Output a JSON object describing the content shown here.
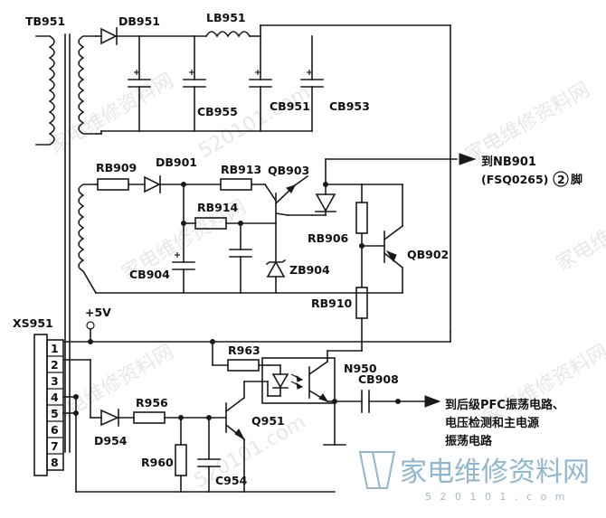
{
  "labels": {
    "tb951": "TB951",
    "db951": "DB951",
    "lb951": "LB951",
    "cb955": "CB955",
    "cb951": "CB951",
    "cb953": "CB953",
    "rb909": "RB909",
    "db901": "DB901",
    "rb913": "RB913",
    "qb903": "QB903",
    "rb914": "RB914",
    "cb904": "CB904",
    "zb904": "ZB904",
    "rb906": "RB906",
    "qb902": "QB902",
    "rb910": "RB910",
    "plus5v": "+5V",
    "xs951": "XS951",
    "r963": "R963",
    "n950": "N950",
    "d954": "D954",
    "r956": "R956",
    "q951": "Q951",
    "r960": "R960",
    "c954": "C954",
    "cb908": "CB908"
  },
  "pins": [
    "1",
    "2",
    "3",
    "4",
    "5",
    "6",
    "7",
    "8"
  ],
  "arrow_nb901": {
    "line1": "到NB901",
    "line2_pre": "(FSQ0265)",
    "circled": "2",
    "line2_post": "脚"
  },
  "arrow_pfc": {
    "line1": "到后级PFC振荡电路、",
    "line2": "电压检测和主电源",
    "line3": "振荡电路"
  },
  "watermark": {
    "text": "家电维修资料网",
    "url": "520101.com",
    "logo_text": "家电维修资料网",
    "logo_url": "5 2 0 1 0 1 . c o m"
  }
}
